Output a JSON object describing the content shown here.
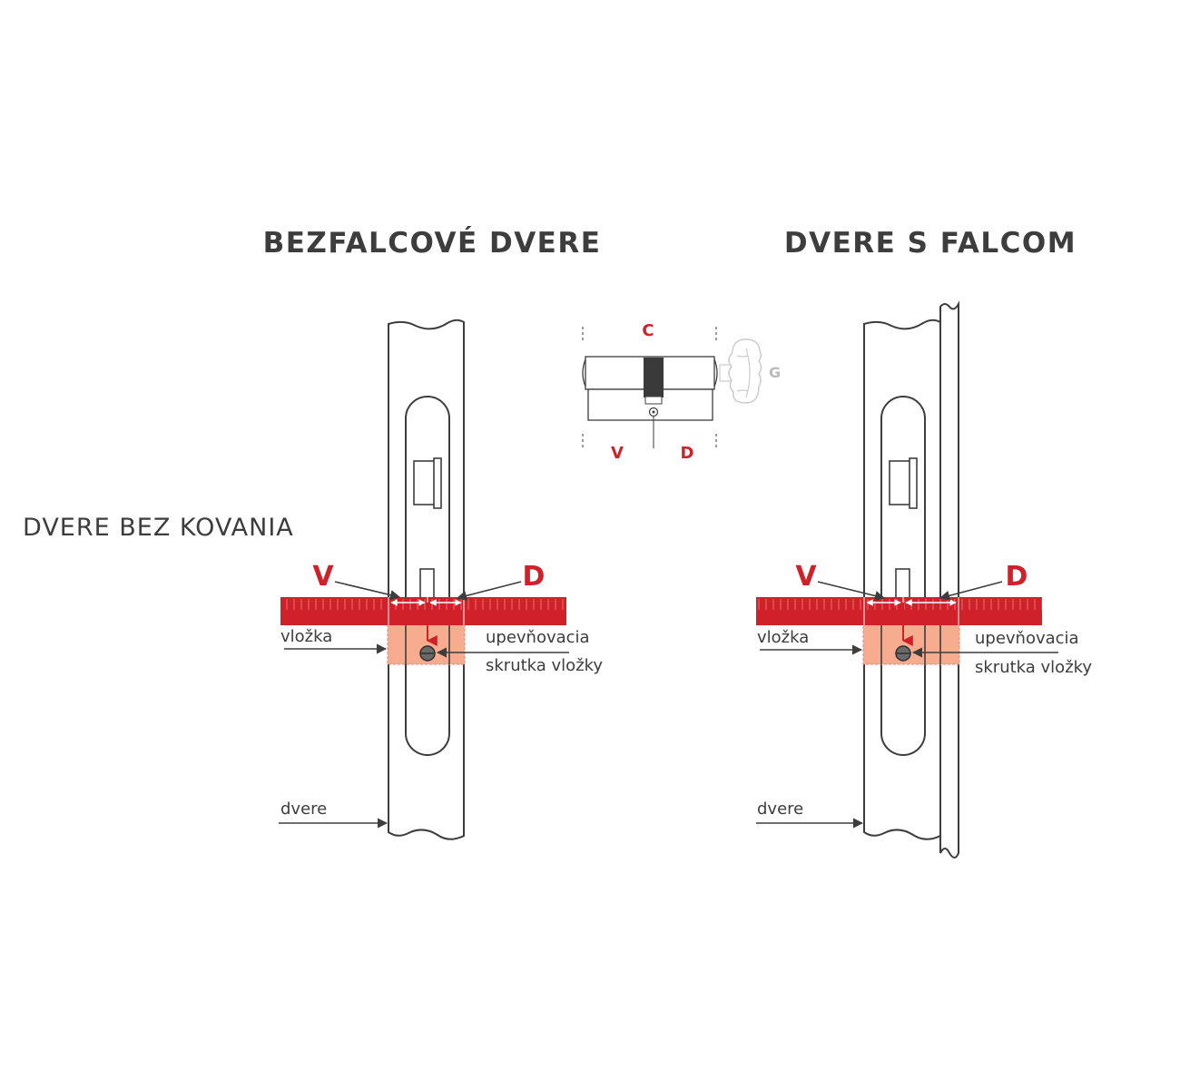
{
  "titles": {
    "left": "BEZFALCOVÉ DVERE",
    "right": "DVERE S FALCOM",
    "side": "DVERE BEZ KOVANIA"
  },
  "cylinder": {
    "c_label": "C",
    "v_label": "V",
    "d_label": "D",
    "g_label": "G"
  },
  "labels": {
    "v": "V",
    "d": "D",
    "insert": "vložka",
    "screw_line1": "upevňovacia",
    "screw_line2": "skrutka vložky",
    "door": "dvere"
  },
  "colors": {
    "red": "#d0202a",
    "salmon": "#f7ac8f",
    "line": "#3d3d3d"
  }
}
